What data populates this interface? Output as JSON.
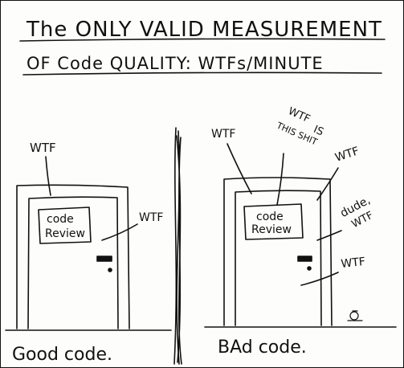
{
  "title": {
    "line1": "The ONLY VALID MEASUREMENT",
    "line2": "OF Code QUALITY: WTFs/MINUTE"
  },
  "left_panel": {
    "wtf_1": "WTF",
    "wtf_2": "WTF",
    "sign_line1": "code",
    "sign_line2": "Review",
    "caption": "Good code."
  },
  "right_panel": {
    "wtf_1": "WTF",
    "wtf_is_1": "WTF",
    "wtf_is_2": "IS",
    "wtf_is_3": "THIS SHIT",
    "wtf_2": "WTF",
    "dude_1": "dude,",
    "dude_2": "WTF",
    "wtf_3": "WTF",
    "sign_line1": "code",
    "sign_line2": "Review",
    "caption": "BAd code."
  },
  "colors": {
    "ink": "#111111",
    "paper": "#fdfdfb"
  }
}
